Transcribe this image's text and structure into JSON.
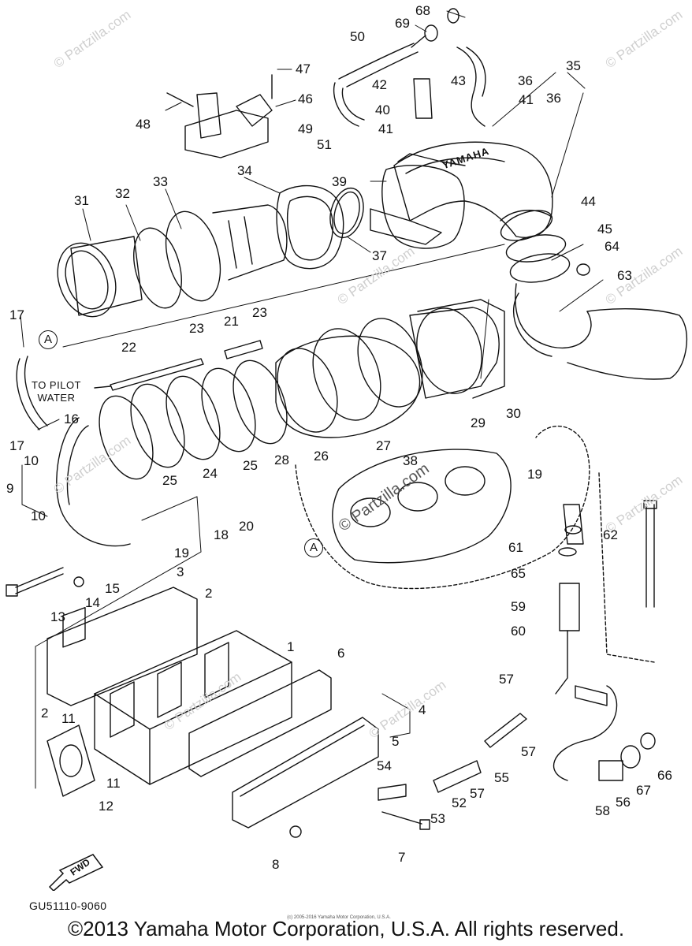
{
  "callouts": [
    {
      "id": "68",
      "label": "68"
    },
    {
      "id": "69",
      "label": "69"
    },
    {
      "id": "50",
      "label": "50"
    },
    {
      "id": "47",
      "label": "47"
    },
    {
      "id": "35",
      "label": "35"
    },
    {
      "id": "42",
      "label": "42"
    },
    {
      "id": "43",
      "label": "43"
    },
    {
      "id": "36a",
      "label": "36"
    },
    {
      "id": "36b",
      "label": "36"
    },
    {
      "id": "41a",
      "label": "41"
    },
    {
      "id": "41b",
      "label": "41"
    },
    {
      "id": "46",
      "label": "46"
    },
    {
      "id": "48",
      "label": "48"
    },
    {
      "id": "40",
      "label": "40"
    },
    {
      "id": "49",
      "label": "49"
    },
    {
      "id": "51",
      "label": "51"
    },
    {
      "id": "39",
      "label": "39"
    },
    {
      "id": "34",
      "label": "34"
    },
    {
      "id": "31",
      "label": "31"
    },
    {
      "id": "32",
      "label": "32"
    },
    {
      "id": "33",
      "label": "33"
    },
    {
      "id": "44",
      "label": "44"
    },
    {
      "id": "45",
      "label": "45"
    },
    {
      "id": "64",
      "label": "64"
    },
    {
      "id": "37",
      "label": "37"
    },
    {
      "id": "63",
      "label": "63"
    },
    {
      "id": "17a",
      "label": "17"
    },
    {
      "id": "23a",
      "label": "23"
    },
    {
      "id": "21",
      "label": "21"
    },
    {
      "id": "23b",
      "label": "23"
    },
    {
      "id": "22",
      "label": "22"
    },
    {
      "id": "16",
      "label": "16"
    },
    {
      "id": "17b",
      "label": "17"
    },
    {
      "id": "29",
      "label": "29"
    },
    {
      "id": "30",
      "label": "30"
    },
    {
      "id": "10a",
      "label": "10"
    },
    {
      "id": "9",
      "label": "9"
    },
    {
      "id": "10b",
      "label": "10"
    },
    {
      "id": "25a",
      "label": "25"
    },
    {
      "id": "24",
      "label": "24"
    },
    {
      "id": "25b",
      "label": "25"
    },
    {
      "id": "28",
      "label": "28"
    },
    {
      "id": "26",
      "label": "26"
    },
    {
      "id": "27",
      "label": "27"
    },
    {
      "id": "38",
      "label": "38"
    },
    {
      "id": "19a",
      "label": "19"
    },
    {
      "id": "18",
      "label": "18"
    },
    {
      "id": "20",
      "label": "20"
    },
    {
      "id": "19b",
      "label": "19"
    },
    {
      "id": "61",
      "label": "61"
    },
    {
      "id": "62",
      "label": "62"
    },
    {
      "id": "65",
      "label": "65"
    },
    {
      "id": "15",
      "label": "15"
    },
    {
      "id": "14",
      "label": "14"
    },
    {
      "id": "13",
      "label": "13"
    },
    {
      "id": "3",
      "label": "3"
    },
    {
      "id": "2a",
      "label": "2"
    },
    {
      "id": "59",
      "label": "59"
    },
    {
      "id": "60",
      "label": "60"
    },
    {
      "id": "1",
      "label": "1"
    },
    {
      "id": "6",
      "label": "6"
    },
    {
      "id": "57a",
      "label": "57"
    },
    {
      "id": "2b",
      "label": "2"
    },
    {
      "id": "11a",
      "label": "11"
    },
    {
      "id": "4",
      "label": "4"
    },
    {
      "id": "5",
      "label": "5"
    },
    {
      "id": "57b",
      "label": "57"
    },
    {
      "id": "11b",
      "label": "11"
    },
    {
      "id": "54",
      "label": "54"
    },
    {
      "id": "55",
      "label": "55"
    },
    {
      "id": "57c",
      "label": "57"
    },
    {
      "id": "66",
      "label": "66"
    },
    {
      "id": "12",
      "label": "12"
    },
    {
      "id": "52",
      "label": "52"
    },
    {
      "id": "67",
      "label": "67"
    },
    {
      "id": "53",
      "label": "53"
    },
    {
      "id": "56",
      "label": "56"
    },
    {
      "id": "58",
      "label": "58"
    },
    {
      "id": "8",
      "label": "8"
    },
    {
      "id": "7",
      "label": "7"
    }
  ],
  "ref_marks": [
    {
      "label": "A"
    },
    {
      "label": "A"
    }
  ],
  "note": {
    "line1": "TO PILOT",
    "line2": "WATER"
  },
  "watermark": "© Partzilla.com",
  "stamps": {
    "fwd": "FWD",
    "yamaha": "YAMAHA"
  },
  "catalog_code": "GU51110-9060",
  "fineprint": "(c) 2005-2016 Yamaha Motor Corporation, U.S.A.",
  "copyright": "©2013 Yamaha Motor Corporation, U.S.A. All rights reserved."
}
